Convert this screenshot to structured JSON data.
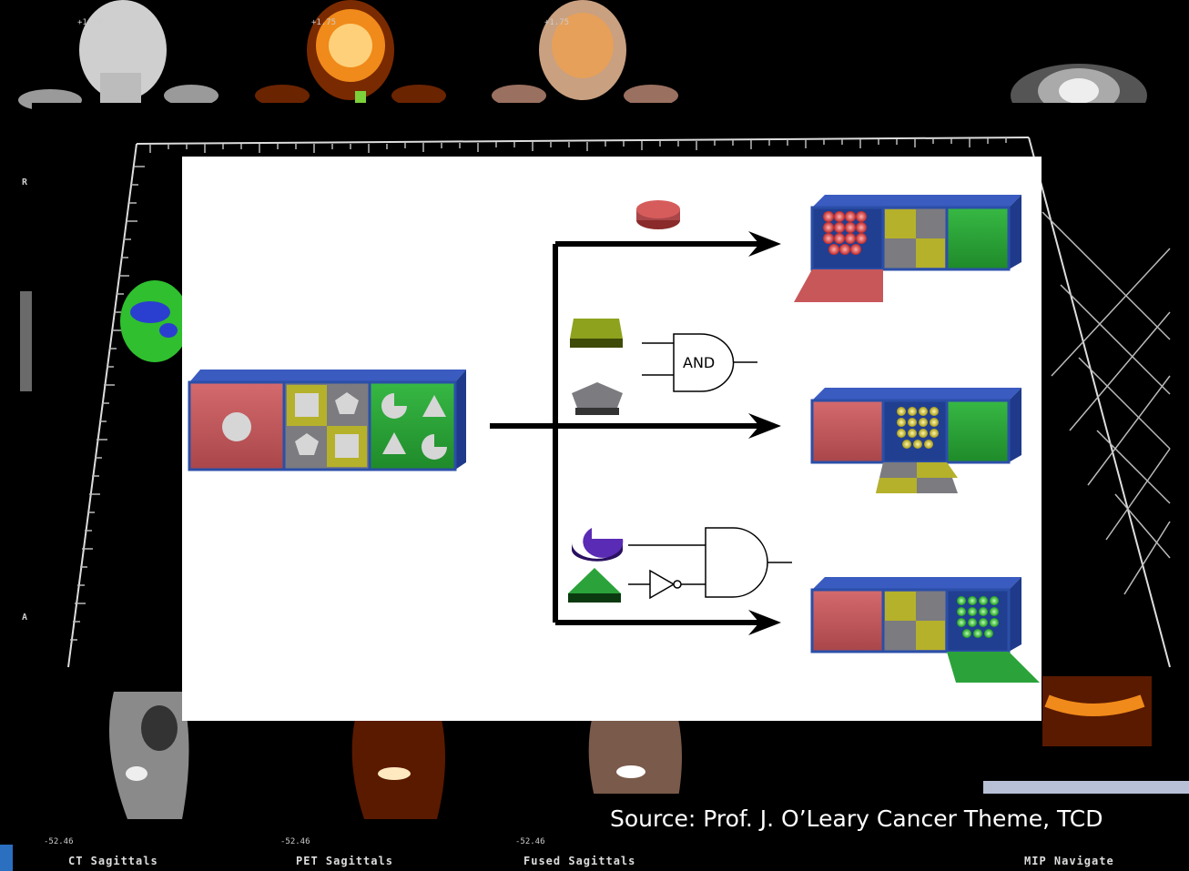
{
  "scan_labels": {
    "ct": "CT Sagittals",
    "pet": "PET Sagittals",
    "fused": "Fused Sagittals",
    "mip": "MIP Navigate"
  },
  "slice_numbers": [
    "-52.46",
    "-52.46",
    "-52.46"
  ],
  "side_markers": {
    "right": "R",
    "anterior": "A"
  },
  "logic": {
    "and_gate_label": "AND"
  },
  "source_text": "Source: Prof. J. O’Leary Cancer Theme, TCD",
  "colors": {
    "red_block": "#c8575a",
    "blue_block": "#2b4fa8",
    "yellow_block": "#b5b12a",
    "gray_block": "#7b7b80",
    "green_block": "#2ba33a",
    "olive_shape": "#8ea21e",
    "purple_shape": "#5a2bb5"
  }
}
